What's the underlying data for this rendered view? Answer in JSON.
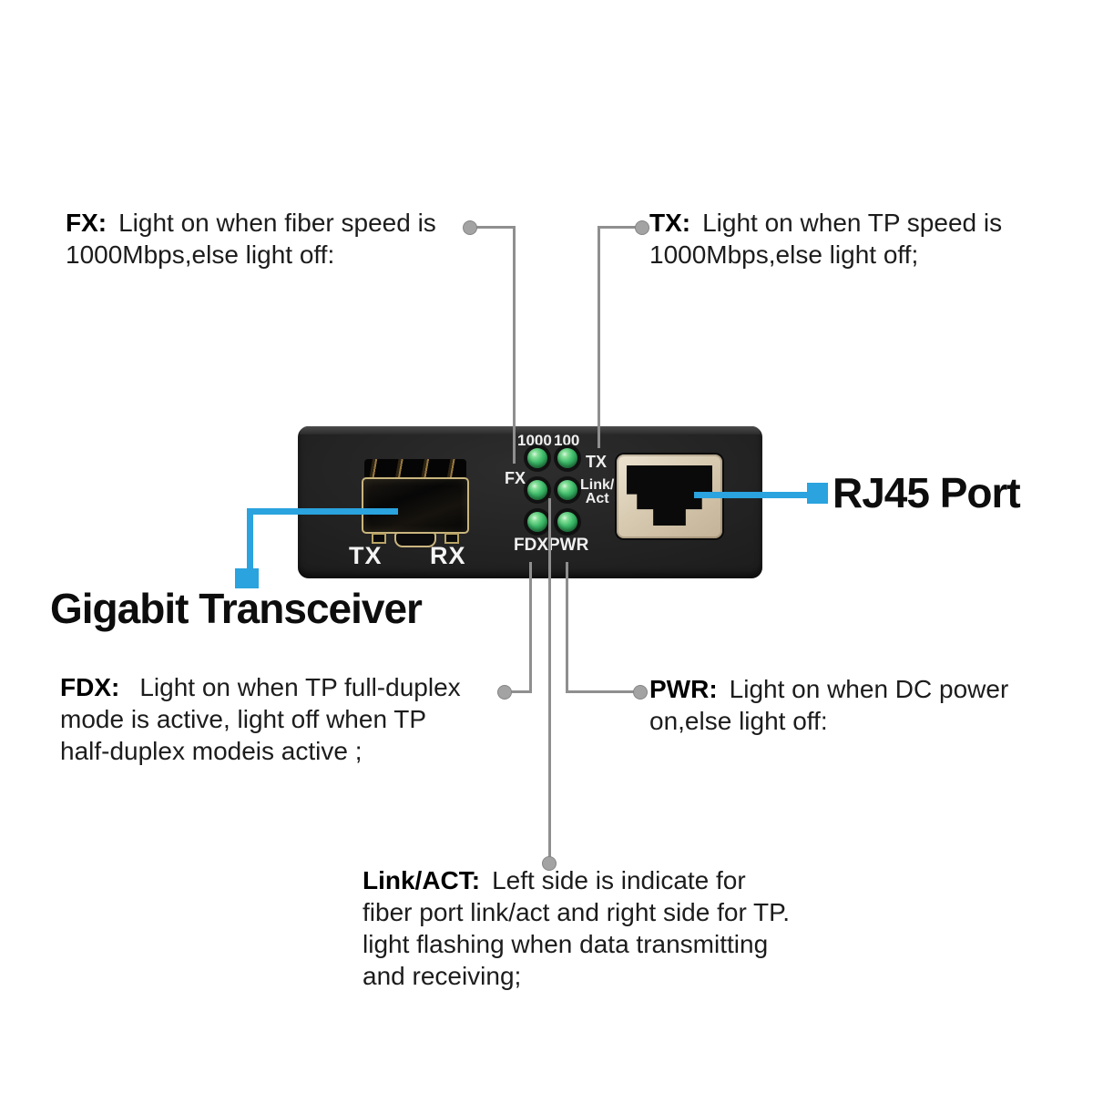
{
  "notes": {
    "fx": {
      "label": "FX:",
      "text": "Light on when fiber speed is\n1000Mbps,else light off:"
    },
    "tx": {
      "label": "TX:",
      "text": "Light on when TP speed is\n1000Mbps,else light off;"
    },
    "fdx": {
      "label": "FDX:",
      "text": "Light on when TP full-duplex\nmode is active, light off when TP\nhalf-duplex modeis active ;"
    },
    "pwr": {
      "label": "PWR:",
      "text": "Light on when DC power\non,else light off:"
    },
    "linkact": {
      "label": "Link/ACT:",
      "text": "Left side is indicate for\nfiber port link/act and right side for TP.\nlight flashing when data transmitting\nand receiving;"
    }
  },
  "labels": {
    "gigabit": "Gigabit Transceiver",
    "rj45": "RJ45 Port"
  },
  "device": {
    "speed_1000": "1000",
    "speed_100": "100",
    "fx": "FX",
    "tx": "TX",
    "linkact": "Link/\nAct",
    "fdx": "FDX",
    "pwr": "PWR",
    "sfp_tx": "TX",
    "sfp_rx": "RX"
  },
  "colors": {
    "accent_blue": "#2aa3de",
    "callout_gray": "#8f8f8f",
    "led_green": "#3dbb6a",
    "device_black": "#1d1d1d",
    "rj45_tan": "#d8cbb2"
  }
}
